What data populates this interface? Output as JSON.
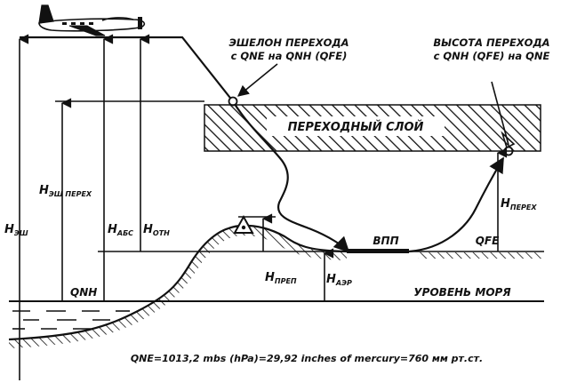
{
  "labels": {
    "transition_level": [
      "ЭШЕЛОН ПЕРЕХОДА",
      "с QNE на QNH (QFE)"
    ],
    "transition_altitude": [
      "ВЫСОТА ПЕРЕХОДА",
      "с QNH (QFE) на QNE"
    ],
    "transition_layer": "ПЕРЕХОДНЫЙ СЛОЙ",
    "runway": "ВПП",
    "qfe": "QFE",
    "qnh": "QNH",
    "sea_level": "УРОВЕНЬ МОРЯ",
    "footer": "QNE=1013,2 mbs (hPa)=29,92 inches of mercury=760 мм рт.ст."
  },
  "heights": [
    {
      "main": "H",
      "sub": "ЭШ"
    },
    {
      "main": "H",
      "sub": "ЭШ ПЕРЕХ"
    },
    {
      "main": "H",
      "sub": "АБС"
    },
    {
      "main": "H",
      "sub": "ОТН"
    },
    {
      "main": "H",
      "sub": "ПРЕП"
    },
    {
      "main": "H",
      "sub": "АЭР"
    },
    {
      "main": "H",
      "sub": "ПЕРЕХ"
    }
  ]
}
